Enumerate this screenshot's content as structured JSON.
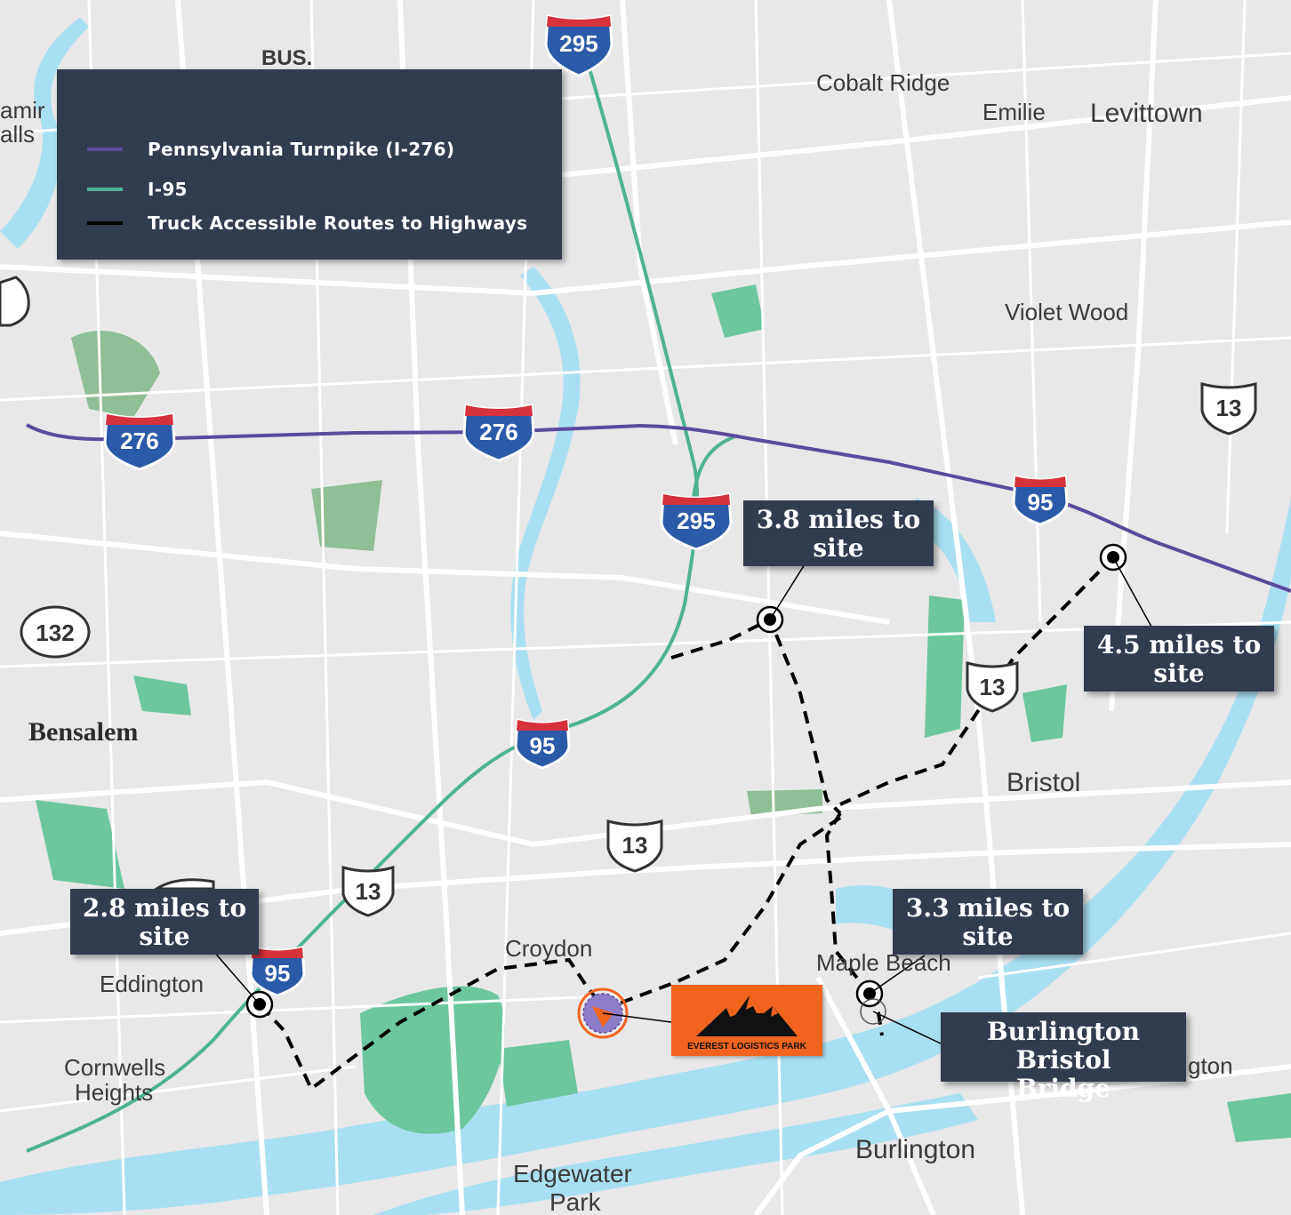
{
  "legend": {
    "items": [
      {
        "label": "Pennsylvania Turnpike (I-276)",
        "color": "#5b4a9e"
      },
      {
        "label": "I-95",
        "color": "#4db391"
      },
      {
        "label": "Truck Accessible Routes to Highways",
        "color": "#000000"
      }
    ]
  },
  "callouts": {
    "c38": {
      "line1": "3.8 miles to",
      "line2": "site"
    },
    "c45": {
      "line1": "4.5 miles to",
      "line2": "site"
    },
    "c28": {
      "line1": "2.8 miles to",
      "line2": "site"
    },
    "c33": {
      "line1": "3.3 miles to",
      "line2": "site"
    },
    "bridge": {
      "line1": "Burlington Bristol",
      "line2": "Bridge"
    }
  },
  "places": {
    "cobalt_ridge": "Cobalt Ridge",
    "emilie": "Emilie",
    "levittown": "Levittown",
    "violet_wood": "Violet Wood",
    "bensalem": "Bensalem",
    "bristol": "Bristol",
    "croydon": "Croydon",
    "maple_beach": "Maple Beach",
    "eddington": "Eddington",
    "cornwells_1": "Cornwells",
    "cornwells_2": "Heights",
    "burlington": "Burlington",
    "edgewater_1": "Edgewater",
    "edgewater_2": "Park",
    "bus": "BUS.",
    "edge_left_1": "amir",
    "edge_left_2": "alls",
    "edge_right": "gton"
  },
  "shields": {
    "i295_top": "295",
    "i295_mid": "295",
    "i276_left": "276",
    "i276_mid": "276",
    "i95_right": "95",
    "i95_mid": "95",
    "i95_low": "95",
    "us13_right": "13",
    "us13_mid": "13",
    "us13_bristol": "13",
    "us13_low": "13",
    "pa132": "132"
  },
  "logo": {
    "name": "EVEREST LOGISTICS PARK"
  },
  "colors": {
    "turnpike": "#5b4a9e",
    "i95": "#4db391",
    "water": "#a9dff2",
    "park": "#6cc79e",
    "land": "#e8e8e8",
    "callout_bg": "#323c4f",
    "logo_bg": "#f0641e"
  }
}
